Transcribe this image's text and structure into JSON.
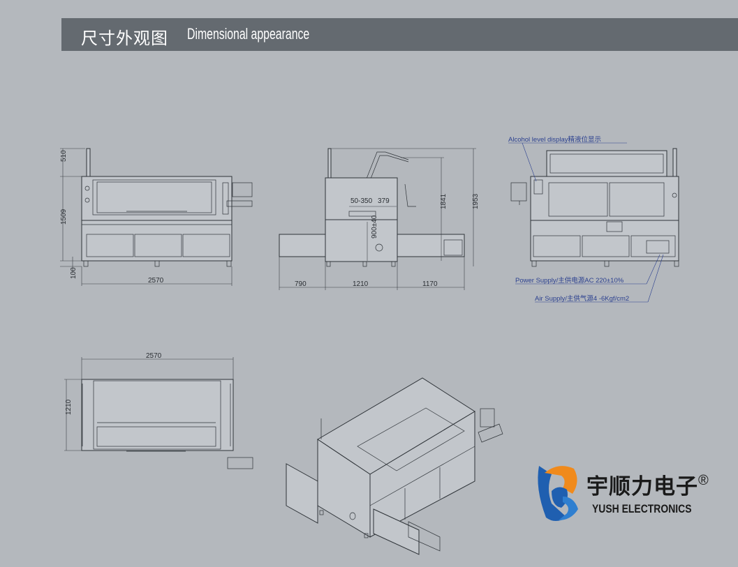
{
  "header": {
    "title_cn": "尺寸外观图",
    "title_en": "Dimensional appearance"
  },
  "front_view": {
    "dim_top": "510",
    "dim_height": "1509",
    "dim_bottom": "100",
    "dim_width": "2570"
  },
  "side_view": {
    "dim_adjust": "50-350",
    "dim_379": "379",
    "dim_conveyor": "900±40",
    "dim_1841": "1841",
    "dim_1953": "1953",
    "dim_left": "790",
    "dim_mid": "1210",
    "dim_right": "1170"
  },
  "rear_view": {
    "note_alcohol": "Alcohol level display精液位显示",
    "note_power": "Power Supply/主供电源AC    220±10%",
    "note_air": "Air Supply/主供气源4    -6Kgf/cm2"
  },
  "top_view": {
    "dim_width": "2570",
    "dim_depth": "1210"
  },
  "logo": {
    "brand_cn": "宇顺力电子",
    "brand_en": "YUSH ELECTRONICS",
    "registered": "®",
    "colors": {
      "blue": "#1f5fb0",
      "orange": "#f08a1c",
      "dark": "#1a1a1a"
    }
  },
  "colors": {
    "background": "#b4b8bd",
    "header_bar": "#646a70",
    "note_text": "#2a3f8f"
  }
}
